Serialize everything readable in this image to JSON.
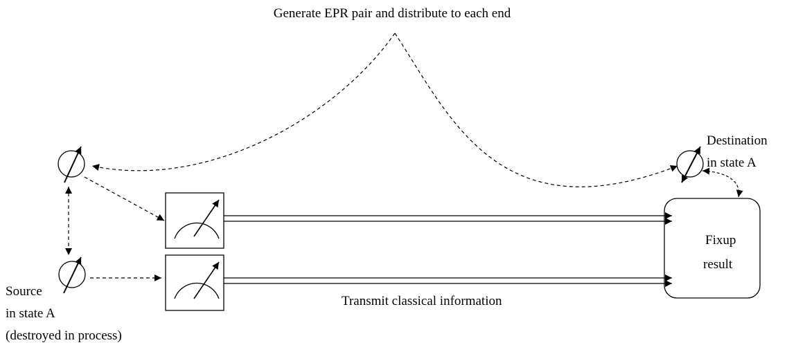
{
  "labels": {
    "epr_caption": "Generate EPR pair and distribute to each end",
    "destination_line1": "Destination",
    "destination_line2": "in state A",
    "source_line1": "Source",
    "source_line2": "in state A",
    "source_line3": "(destroyed in process)",
    "fixup_line1": "Fixup",
    "fixup_line2": "result",
    "transmit_caption": "Transmit classical information"
  },
  "icons": {
    "qubit": "qubit-spin-icon",
    "meter": "measurement-meter-icon"
  },
  "colors": {
    "stroke": "#000000",
    "background": "#ffffff"
  }
}
